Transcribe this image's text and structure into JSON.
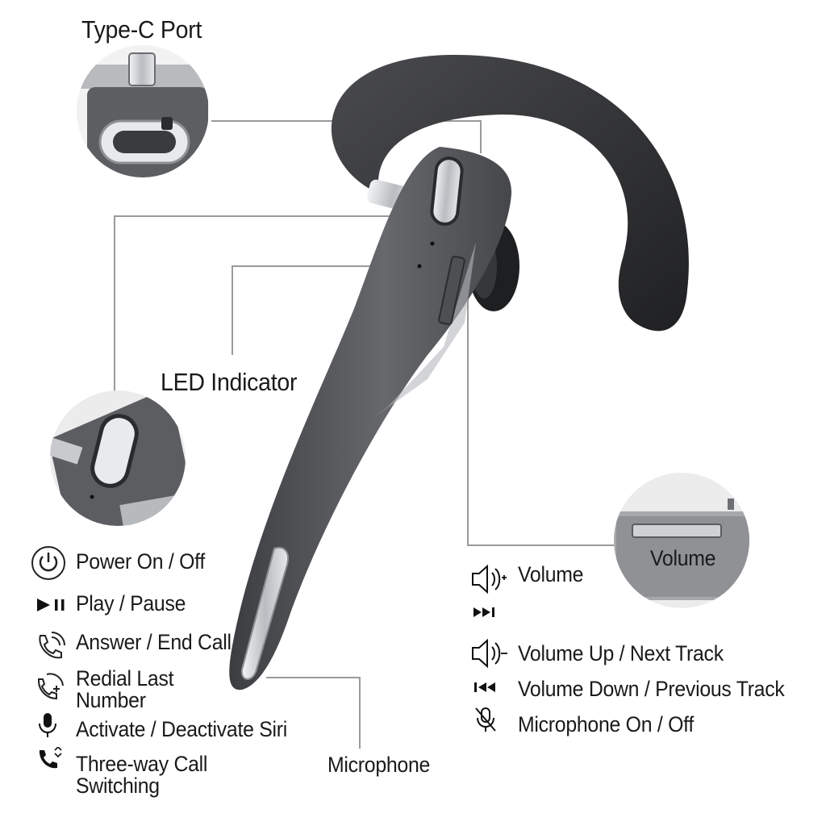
{
  "callouts": {
    "type_c_port": "Type-C Port",
    "led_indicator": "LED Indicator",
    "volume_zoom": "Volume",
    "microphone": "Microphone"
  },
  "left_functions": [
    {
      "icon": "power-icon",
      "label": "Power On / Off"
    },
    {
      "icon": "play-pause-icon",
      "label": "Play / Pause"
    },
    {
      "icon": "phone-call-icon",
      "label": "Answer / End Call"
    },
    {
      "icon": "redial-icon",
      "label": "Redial Last\nNumber"
    },
    {
      "icon": "microphone-icon",
      "label": "Activate / Deactivate Siri"
    },
    {
      "icon": "three-way-call-icon",
      "label": "Three-way Call\nSwitching"
    }
  ],
  "right_functions": [
    {
      "icon": "volume-up-icon",
      "label": "Volume"
    },
    {
      "icon": "next-track-icon",
      "label": ""
    },
    {
      "icon": "volume-down-icon",
      "label": "Volume Up / Next Track"
    },
    {
      "icon": "previous-track-icon",
      "label": "Volume Down / Previous Track"
    },
    {
      "icon": "mic-off-icon",
      "label": "Microphone On / Off"
    }
  ],
  "colors": {
    "body": "#5b5d60",
    "body_dark": "#2f3033",
    "metal": "#c9ccd0",
    "leader_line": "#9a9a9a",
    "zoom_bg": "#ececec"
  }
}
